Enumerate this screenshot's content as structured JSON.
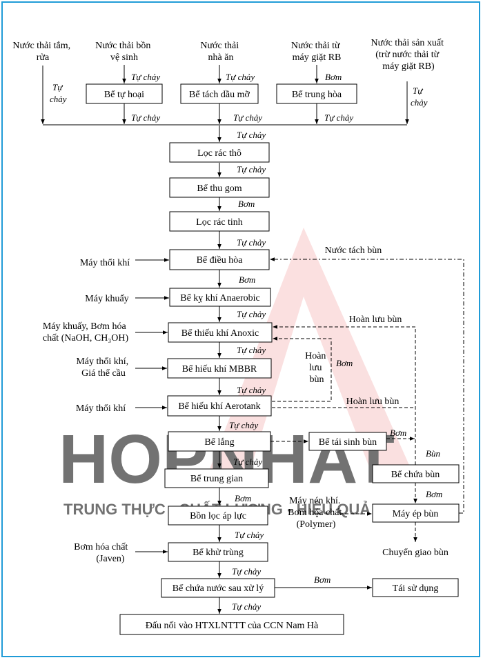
{
  "sources": {
    "bath": [
      "Nước thải tắm,",
      "rửa"
    ],
    "toilet": [
      "Nước thải bồn",
      "vệ sinh"
    ],
    "canteen": [
      "Nước thải",
      "nhà ăn"
    ],
    "laundry": [
      "Nước thải từ",
      "máy giặt RB"
    ],
    "production": [
      "Nước thải sản xuất",
      "(trừ nước thải từ",
      "máy giặt RB)"
    ]
  },
  "pre_units": {
    "septic": "Bể tự hoại",
    "grease": "Bể tách dầu mỡ",
    "neutral": "Bể trung hòa"
  },
  "main_units": {
    "coarse_screen": "Lọc rác thô",
    "collection": "Bể thu gom",
    "fine_screen": "Lọc rác tinh",
    "equalization": "Bể điều hòa",
    "anaerobic": "Bể kỵ khí Anaerobic",
    "anoxic": "Bể thiếu khí Anoxic",
    "mbbr": "Bể hiếu khí MBBR",
    "aerotank": "Bể hiếu khí Aerotank",
    "settling": "Bể lắng",
    "intermediate": "Bể trung gian",
    "pressure_filter": "Bồn lọc áp lực",
    "disinfection": "Bể khử trùng",
    "treated_tank": "Bể chứa nước sau xử lý",
    "discharge": "Đấu nối vào HTXLNTTT của CCN Nam Hà"
  },
  "sludge_units": {
    "regen": "Bể tái sinh bùn",
    "storage": "Bể chứa bùn",
    "press": "Máy ép bùn",
    "reuse": "Tái sử dụng"
  },
  "inputs": {
    "blower1": "Máy thổi khí",
    "mixer": "Máy khuấy",
    "mixer_chem": [
      "Máy khuấy, Bơm hóa",
      "chất (NaOH, CH₃OH)"
    ],
    "blower_media": [
      "Máy thổi khí,",
      "Giá thể cầu"
    ],
    "blower2": "Máy thổi khí",
    "press_inputs": [
      "Máy nén khí.",
      "Bơm hóa chất",
      "(Polymer)"
    ],
    "chlorine": [
      "Bơm hóa chất",
      "(Javen)"
    ]
  },
  "flow_labels": {
    "gravity": [
      "Tự",
      "chảy"
    ],
    "gravity_inline": "Tự chảy",
    "pump": "Bơm",
    "sludge": "Bùn",
    "recirc": "Hoàn lưu bùn",
    "recirc_stacked": [
      "Hoàn",
      "lưu",
      "bùn"
    ],
    "sludge_water": "Nước tách bùn",
    "sludge_transfer": "Chuyển giao bùn"
  },
  "watermark": {
    "brand": "HOPNHAT",
    "slogan": "TRUNG THỰC - CHẤT LƯỢNG - HIỆU QUẢ"
  },
  "colors": {
    "frame": "#1f9bd7",
    "watermark": "#f7c7c7"
  }
}
